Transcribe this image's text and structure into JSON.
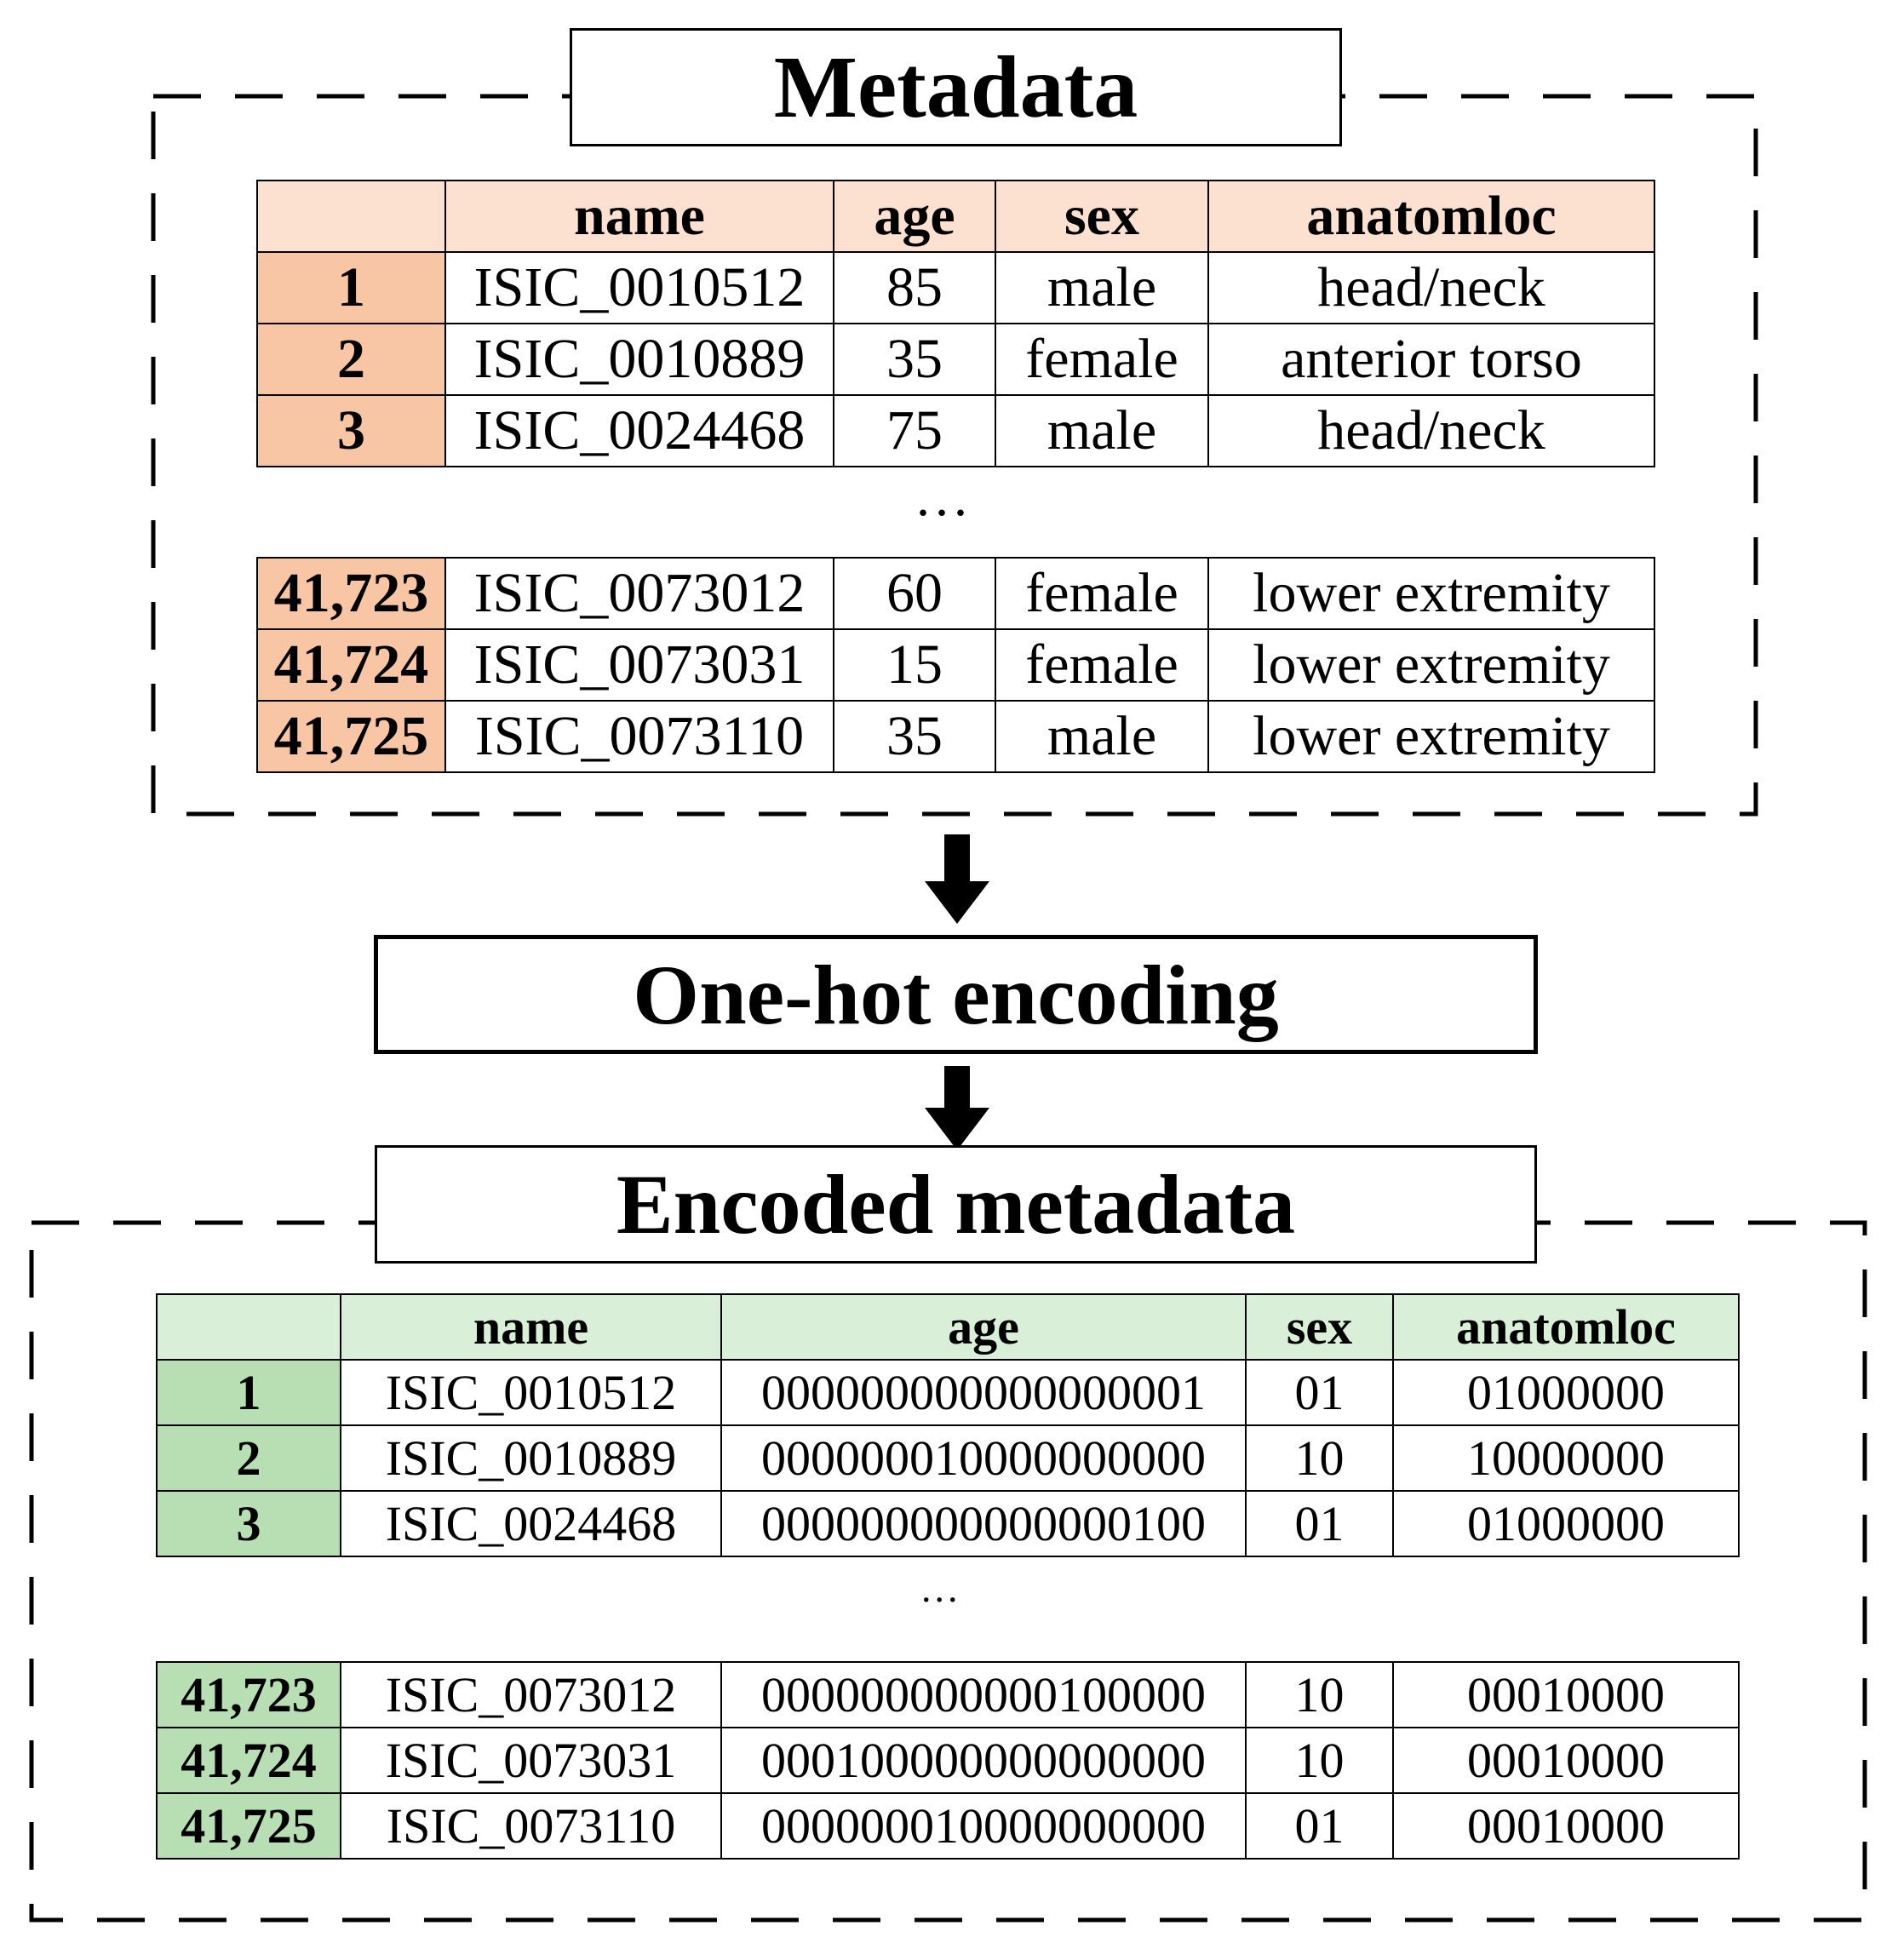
{
  "metadata_panel": {
    "title": "Metadata",
    "columns": [
      "",
      "name",
      "age",
      "sex",
      "anatomloc"
    ],
    "rows_top": [
      [
        "1",
        "ISIC_0010512",
        "85",
        "male",
        "head/neck"
      ],
      [
        "2",
        "ISIC_0010889",
        "35",
        "female",
        "anterior torso"
      ],
      [
        "3",
        "ISIC_0024468",
        "75",
        "male",
        "head/neck"
      ]
    ],
    "ellipsis": "...",
    "rows_bottom": [
      [
        "41,723",
        "ISIC_0073012",
        "60",
        "female",
        "lower extremity"
      ],
      [
        "41,724",
        "ISIC_0073031",
        "15",
        "female",
        "lower extremity"
      ],
      [
        "41,725",
        "ISIC_0073110",
        "35",
        "male",
        "lower extremity"
      ]
    ],
    "colors": {
      "header_bg": "#fce0d0",
      "index_bg": "#f8c5a5"
    }
  },
  "process": {
    "label": "One-hot encoding"
  },
  "encoded_panel": {
    "title": "Encoded metadata",
    "columns": [
      "",
      "name",
      "age",
      "sex",
      "anatomloc"
    ],
    "rows_top": [
      [
        "1",
        "ISIC_0010512",
        "000000000000000001",
        "01",
        "01000000"
      ],
      [
        "2",
        "ISIC_0010889",
        "000000010000000000",
        "10",
        "10000000"
      ],
      [
        "3",
        "ISIC_0024468",
        "000000000000000100",
        "01",
        "01000000"
      ]
    ],
    "ellipsis": "...",
    "rows_bottom": [
      [
        "41,723",
        "ISIC_0073012",
        "000000000000100000",
        "10",
        "00010000"
      ],
      [
        "41,724",
        "ISIC_0073031",
        "000100000000000000",
        "10",
        "00010000"
      ],
      [
        "41,725",
        "ISIC_0073110",
        "000000010000000000",
        "01",
        "00010000"
      ]
    ],
    "colors": {
      "header_bg": "#d9efd7",
      "index_bg": "#b8dfb3"
    }
  },
  "icons": [
    "down-arrow-icon",
    "down-arrow-icon"
  ]
}
